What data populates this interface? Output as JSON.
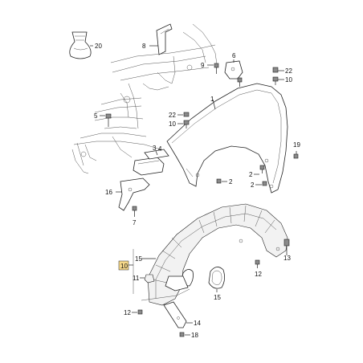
{
  "callouts": {
    "c20": "20",
    "c8": "8",
    "c9": "9",
    "c6": "6",
    "c22a": "22",
    "c10a": "10",
    "c1": "1",
    "c5": "5",
    "c22b": "22",
    "c10b": "10",
    "c3": "3",
    "c4": "4",
    "c19": "19",
    "c16": "16",
    "c2a": "2",
    "c2b": "2",
    "c2c": "2",
    "c7": "7",
    "c10c": "10",
    "c15a": "15",
    "c11": "11",
    "c13": "13",
    "c12a": "12",
    "c15b": "15",
    "c12b": "12",
    "c14": "14",
    "c18": "18"
  },
  "colors": {
    "line": "#222222",
    "highlight": "#f6d88a",
    "fastener": "#8a8a8a"
  }
}
